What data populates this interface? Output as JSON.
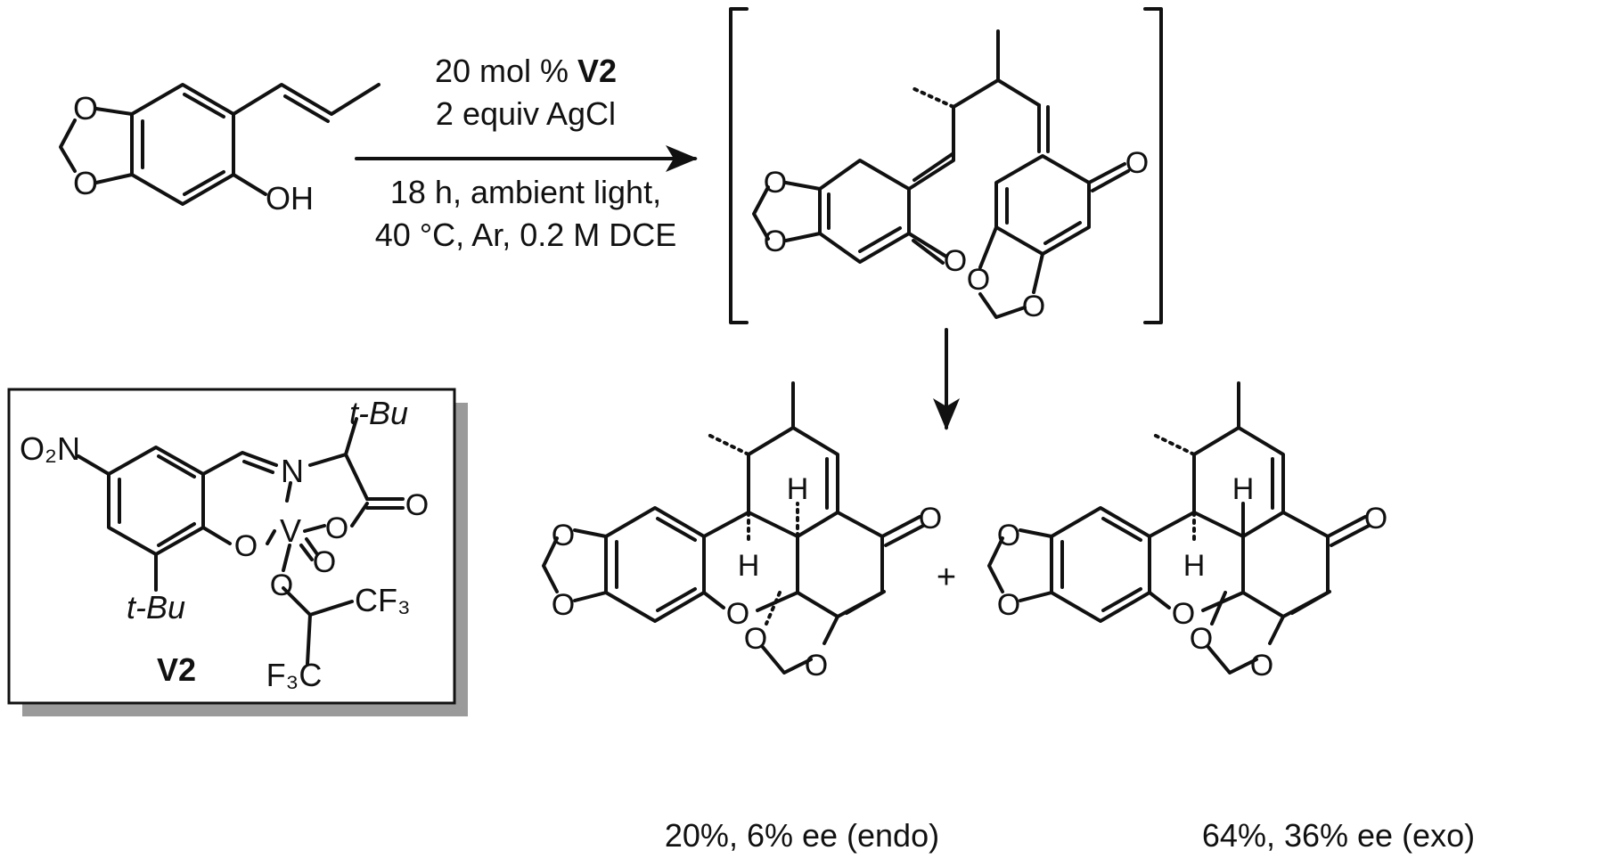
{
  "conditions": {
    "line1_prefix": "20 mol % ",
    "line1_catalyst": "V2",
    "line2": "2 equiv AgCl",
    "line3": "18 h, ambient light,",
    "line4": "40 °C, Ar, 0.2 M DCE"
  },
  "catalyst": {
    "name": "V2",
    "no2": "O₂N",
    "n": "N",
    "v": "V",
    "o": "O",
    "tbu_top": "t-Bu",
    "tbu_bottom": "t-Bu",
    "cf3": "CF₃",
    "f3c": "F₃C"
  },
  "atoms": {
    "o": "O",
    "oh": "OH",
    "h": "H"
  },
  "plus": "+",
  "products": {
    "endo_result": "20%, 6% ee (endo)",
    "exo_result": "64%, 36% ee (exo)"
  },
  "colors": {
    "ink": "#111111",
    "box_shadow": "#9a9a9a",
    "background": "#ffffff"
  }
}
